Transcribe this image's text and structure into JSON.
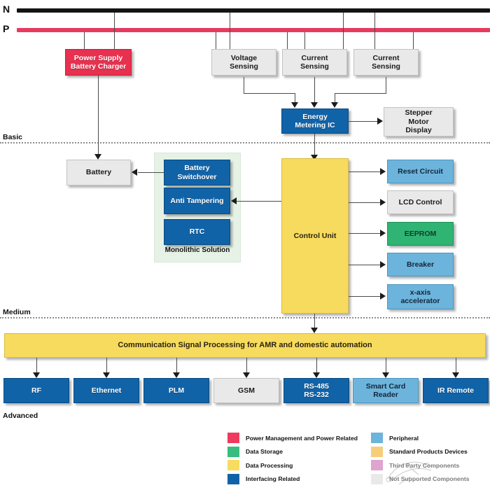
{
  "buses": {
    "neutral_label": "N",
    "phase_label": "P",
    "neutral_color": "#141414",
    "phase_color": "#e83a5e"
  },
  "tiers": [
    {
      "label": "Basic"
    },
    {
      "label": "Medium"
    },
    {
      "label": "Advanced"
    }
  ],
  "blocks": {
    "power_supply": "Power Supply\nBattery Charger",
    "power_supply_line1": "Power Supply",
    "power_supply_line2": "Battery Charger",
    "voltage_sensing_l1": "Voltage",
    "voltage_sensing_l2": "Sensing",
    "current_sensing_a_l1": "Current",
    "current_sensing_a_l2": "Sensing",
    "current_sensing_b_l1": "Current",
    "current_sensing_b_l2": "Sensing",
    "energy_metering_l1": "Energy",
    "energy_metering_l2": "Metering IC",
    "stepper_l1": "Stepper",
    "stepper_l2": "Motor",
    "stepper_l3": "Display",
    "battery": "Battery",
    "battery_switchover_l1": "Battery",
    "battery_switchover_l2": "Switchover",
    "anti_tampering": "Anti Tampering",
    "rtc": "RTC",
    "monolithic_caption": "Monolithic Solution",
    "control_unit": "Control Unit",
    "reset_circuit": "Reset Circuit",
    "lcd_control": "LCD Control",
    "eeprom": "EEPROM",
    "breaker": "Breaker",
    "xaxis_l1": "x-axis",
    "xaxis_l2": "accelerator",
    "comm_bar": "Communication Signal Processing for AMR and domestic automation"
  },
  "comm_outputs": [
    {
      "label": "RF",
      "color_class": "c-blue"
    },
    {
      "label": "Ethernet",
      "color_class": "c-blue"
    },
    {
      "label": "PLM",
      "color_class": "c-blue"
    },
    {
      "label": "GSM",
      "color_class": "c-grey"
    },
    {
      "label": "RS-485\nRS-232",
      "line1": "RS-485",
      "line2": "RS-232",
      "color_class": "c-blue"
    },
    {
      "label": "Smart Card\nReader",
      "line1": "Smart Card",
      "line2": "Reader",
      "color_class": "c-ltblue"
    },
    {
      "label": "IR Remote",
      "color_class": "c-blue"
    }
  ],
  "legend": {
    "left": [
      {
        "label": "Power Management and Power Related",
        "color": "#ee3a5c"
      },
      {
        "label": "Data Storage",
        "color": "#37bd7f"
      },
      {
        "label": "Data Processing",
        "color": "#f7dc5f"
      },
      {
        "label": "Interfacing Related",
        "color": "#1163a8"
      }
    ],
    "right": [
      {
        "label": "Peripheral",
        "color": "#6cb4dc"
      },
      {
        "label": "Standard Products Devices",
        "color": "#f6ce7b"
      },
      {
        "label": "Third Party Components",
        "color": "#dda5cf"
      },
      {
        "label": "Not Supported Components",
        "color": "#e9e9e9"
      }
    ]
  }
}
